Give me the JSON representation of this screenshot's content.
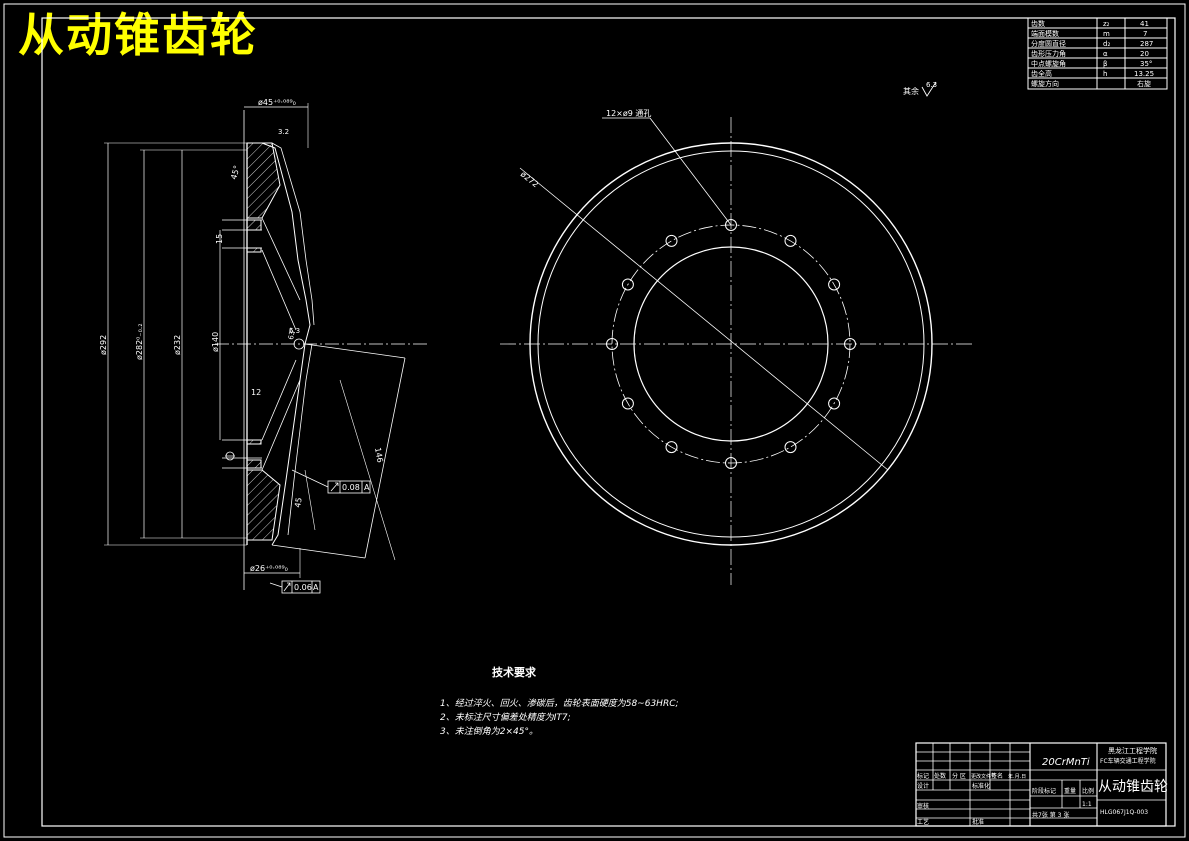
{
  "title": "从动锥齿轮",
  "params": {
    "rows": [
      [
        "齿数",
        "z₂",
        "41"
      ],
      [
        "端面模数",
        "m",
        "7"
      ],
      [
        "分度圆直径",
        "d₂",
        "287"
      ],
      [
        "齿形压力角",
        "α",
        "20"
      ],
      [
        "中点螺旋角",
        "β",
        "35°"
      ],
      [
        "齿全高",
        "h",
        "13.25"
      ],
      [
        "螺旋方向",
        "",
        "右旋"
      ]
    ]
  },
  "roughness_note": "其余",
  "roughness_value": "6.3",
  "dims": {
    "bore_top": "ø45⁺⁰·⁰⁸⁹₀",
    "bore_bottom": "ø26⁺⁰·⁰⁸⁹₀",
    "d_outer": "ø292",
    "d_mid": "ø282⁰₋₀.₂",
    "d_inner": "ø232",
    "d_hub": "ø140",
    "w15": "15",
    "w12": "12",
    "len146": "146",
    "len45": "45",
    "angle1": "45°",
    "angle2": "63°",
    "chamfer": "3.2",
    "r_small": "6.3",
    "circle_dia": "ø272",
    "holes": "12×ø9 通孔"
  },
  "tolerances": {
    "runout1": "0.08",
    "runout2": "0.06",
    "datum": "A"
  },
  "tech_req": {
    "heading": "技术要求",
    "items": [
      "1、经过淬火、回火、渗碳后，齿轮表面硬度为58~63HRC;",
      "2、未标注尺寸偏差处精度为IT7;",
      "3、未注倒角为2×45°。"
    ]
  },
  "titleblock": {
    "material": "20CrMnTi",
    "school_line1": "黑龙江工程学院",
    "school_line2": "FC车辆交通工程学院",
    "part_name": "从动锥齿轮",
    "drawing_no": "HLG067J1Q-003",
    "rev_labels": [
      "标记",
      "处数",
      "分  区",
      "更改文件号",
      "签名",
      "年.月.日"
    ],
    "design": "设计",
    "standardize": "标准化",
    "review": "审核",
    "process": "工艺",
    "approve": "批准",
    "stage_labels": [
      "阶段标记",
      "重量",
      "比例"
    ],
    "scale": "1:1",
    "sheet": "共7张   第 3 张"
  }
}
